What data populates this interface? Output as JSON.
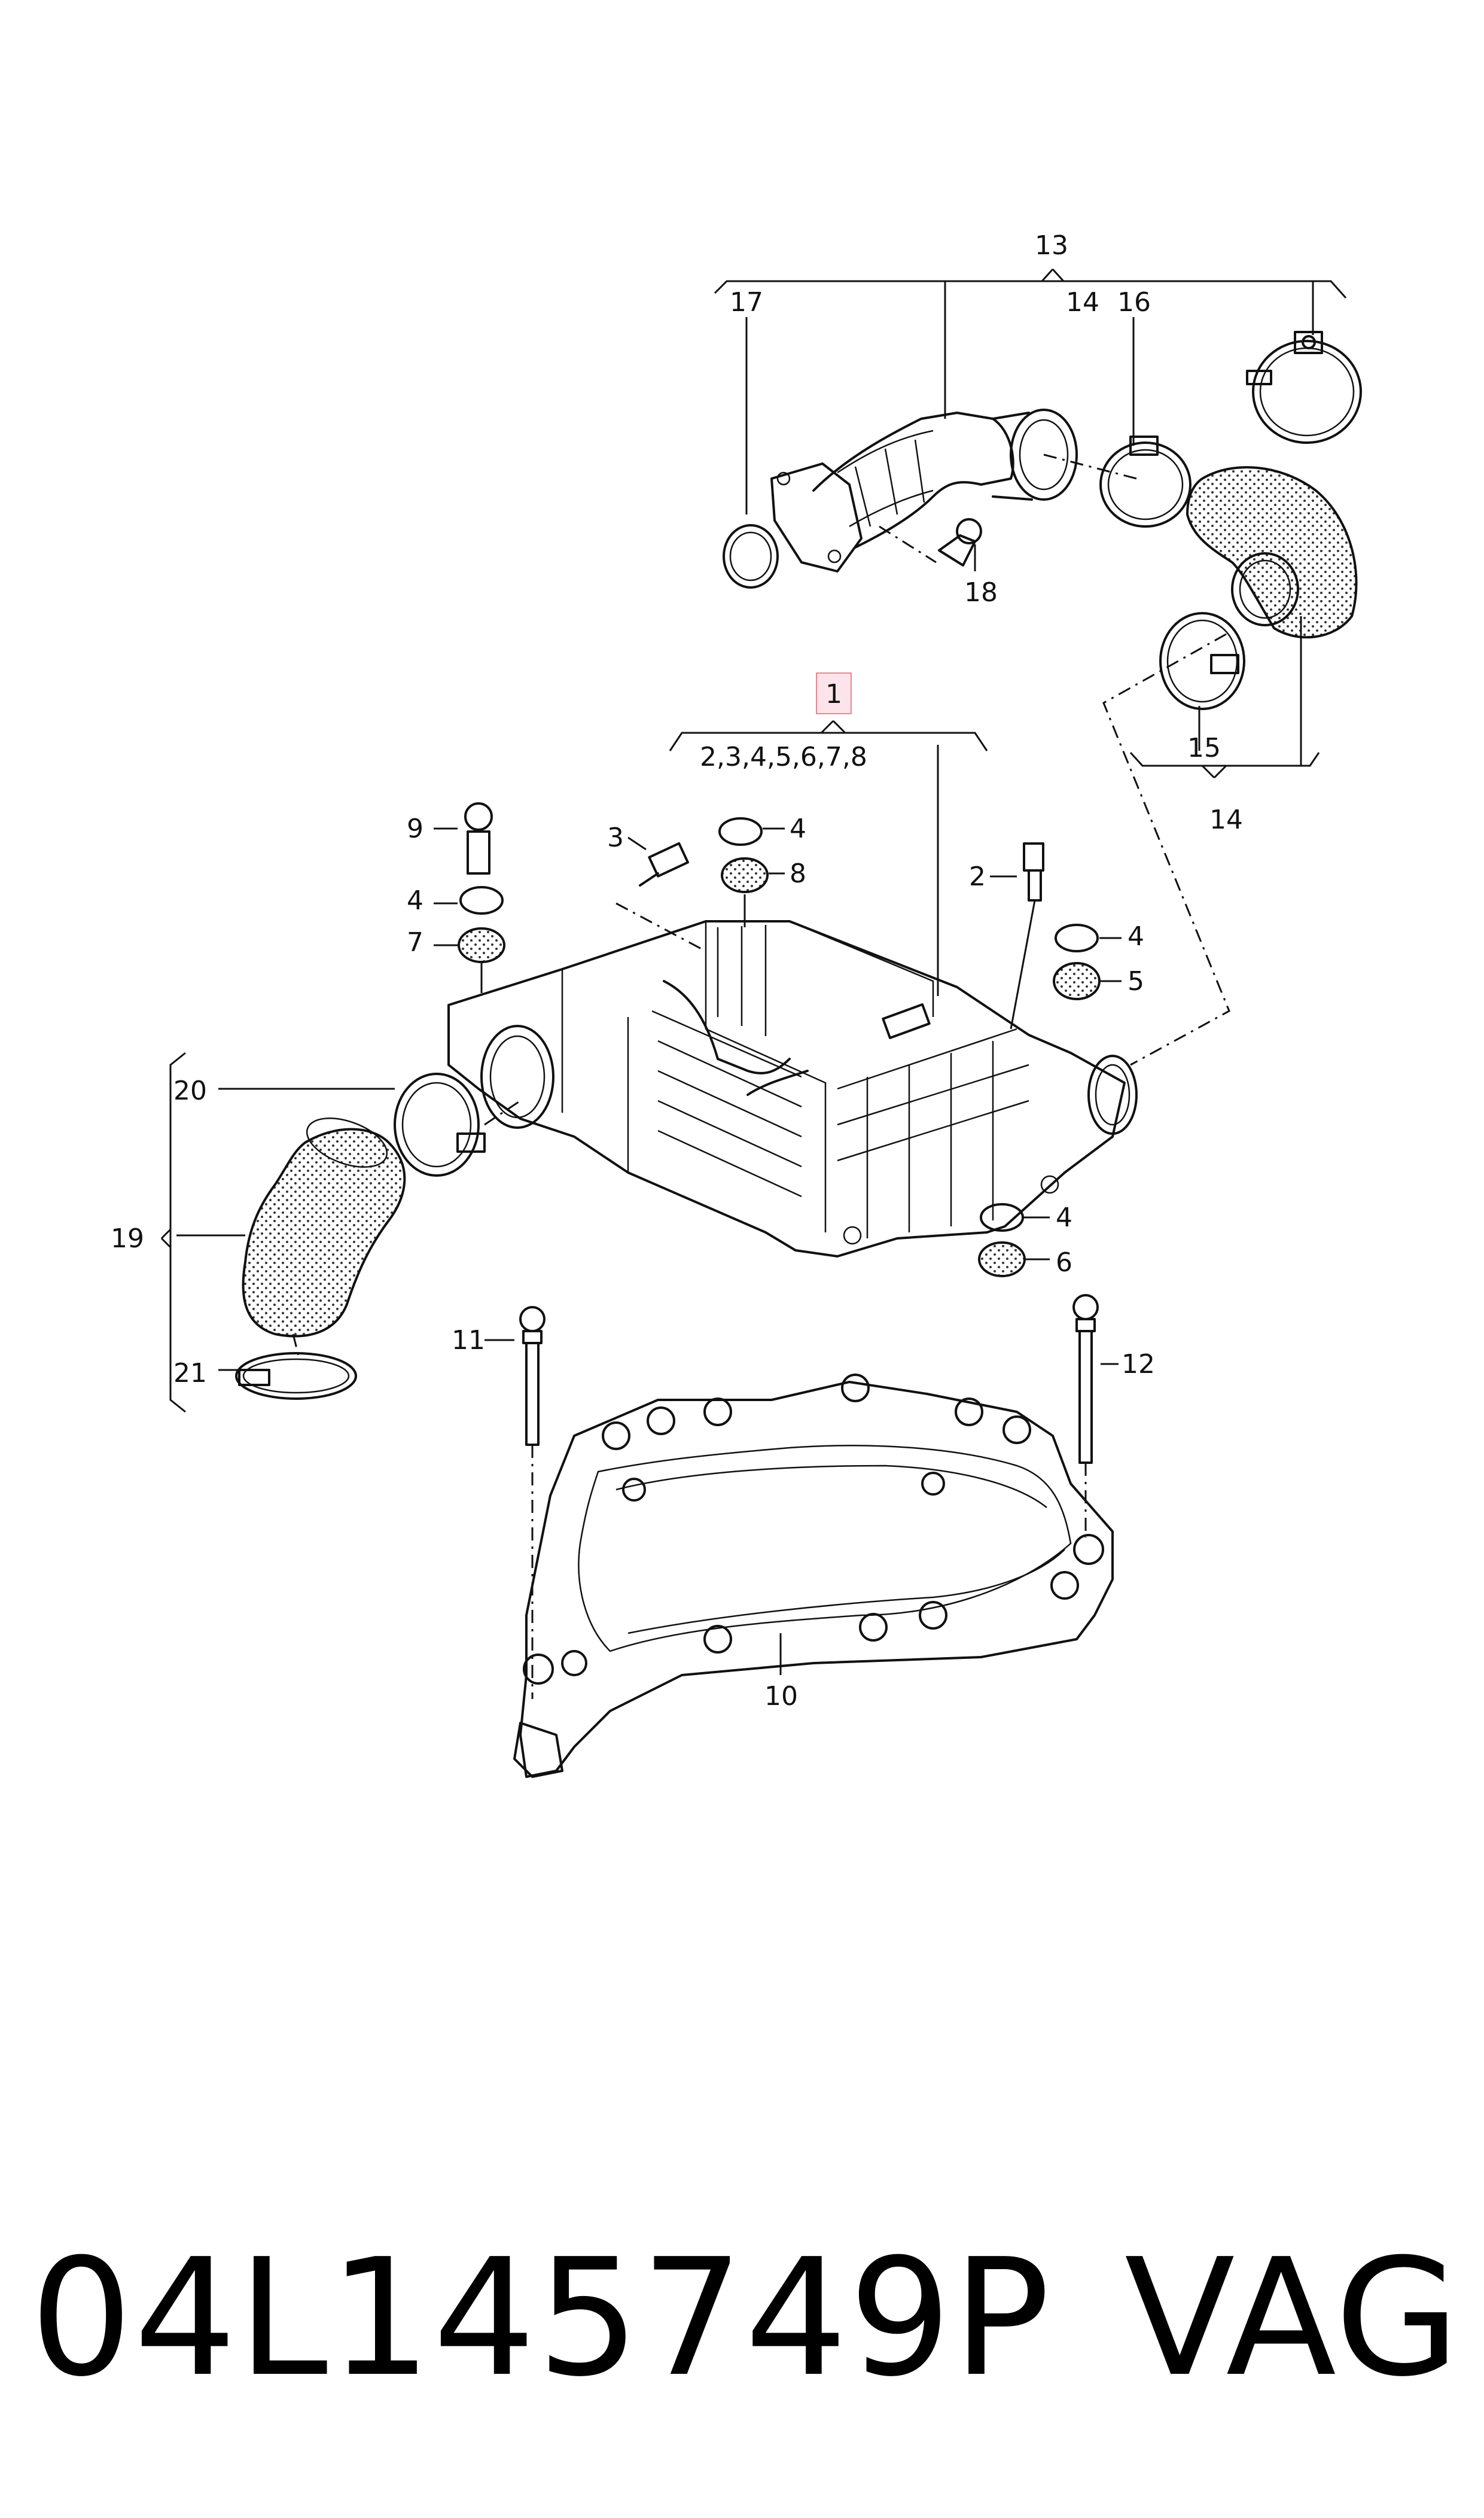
{
  "callouts": {
    "c1": "1",
    "c1_sub": "2,3,4,5,6,7,8",
    "c2": "2",
    "c3": "3",
    "c4a": "4",
    "c4b": "4",
    "c4c": "4",
    "c4d": "4",
    "c5": "5",
    "c6": "6",
    "c7": "7",
    "c8": "8",
    "c9": "9",
    "c10": "10",
    "c11": "11",
    "c12": "12",
    "c13": "13",
    "c14a": "14",
    "c14b": "14",
    "c15": "15",
    "c16": "16",
    "c17": "17",
    "c18": "18",
    "c19": "19",
    "c20": "20",
    "c21": "21"
  },
  "footer": {
    "part_number": "04L145749P",
    "brand": "VAG"
  }
}
